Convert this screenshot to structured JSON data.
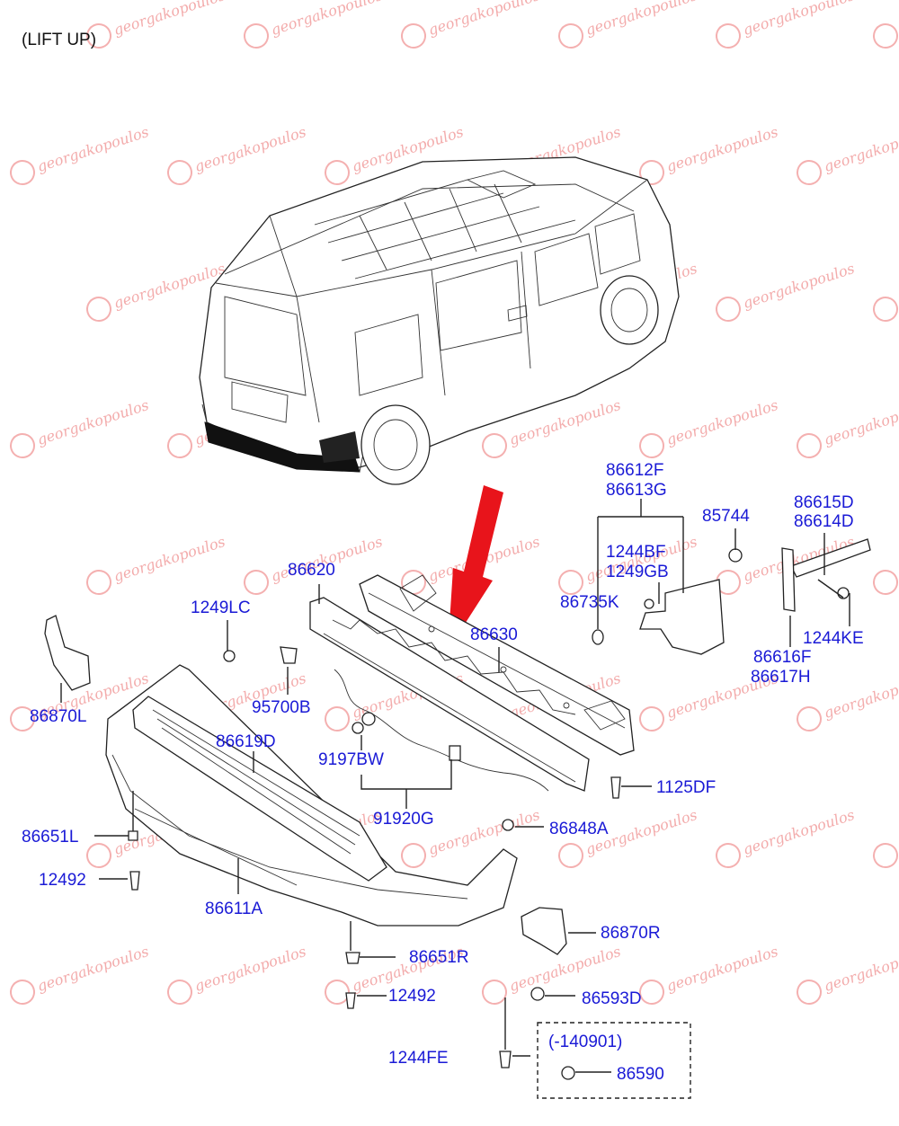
{
  "header": {
    "note": "(LIFT UP)"
  },
  "watermark": {
    "text": "georgakopoulos"
  },
  "colors": {
    "label": "#1a1ad6",
    "arrow": "#e8141b",
    "watermark": "#ef8f8f"
  },
  "labels": {
    "l86612F": "86612F",
    "l86613G": "86613G",
    "l85744": "85744",
    "l86615D": "86615D",
    "l86614D": "86614D",
    "l1244BF": "1244BF",
    "l1249GB": "1249GB",
    "l86620": "86620",
    "l1249LC": "1249LC",
    "l86735K": "86735K",
    "l1244KE": "1244KE",
    "l86630": "86630",
    "l86616F": "86616F",
    "l86617H": "86617H",
    "l86870L": "86870L",
    "l95700B": "95700B",
    "l86619D": "86619D",
    "l9197BW": "9197BW",
    "l1125DF": "1125DF",
    "l91920G": "91920G",
    "l86651L": "86651L",
    "l86848A": "86848A",
    "l12492a": "12492",
    "l86611A": "86611A",
    "l86870R": "86870R",
    "l86651R": "86651R",
    "l12492b": "12492",
    "l86593D": "86593D",
    "l140901": "(-140901)",
    "l1244FE": "1244FE",
    "l86590": "86590"
  }
}
